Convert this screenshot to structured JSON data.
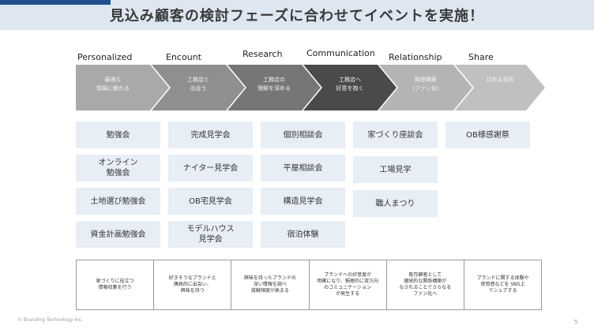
{
  "header": {
    "title": "見込み顧客の検討フェーズに合わせてイベントを実施！"
  },
  "phases": [
    {
      "label": "Personalized",
      "arrow_text": "最適な\n情報に触れる",
      "color": "#a9a9a9"
    },
    {
      "label": "Encount",
      "arrow_text": "工務店と\n出会う",
      "color": "#8f8f8f"
    },
    {
      "label": "Research",
      "arrow_text": "工務店の\n理解を深める",
      "color": "#767676"
    },
    {
      "label": "Communication",
      "arrow_text": "工務店へ\n好意を抱く",
      "color": "#4a4a4a"
    },
    {
      "label": "Relationship",
      "arrow_text": "関係構築\n（ファン化）",
      "color": "#b4b4b4"
    },
    {
      "label": "Share",
      "arrow_text": "共有＆契約",
      "color": "#c0c0c0"
    }
  ],
  "events": [
    [
      "勉強会",
      "オンライン\n勉強会",
      "土地選び勉強会",
      "資金計画勉強会"
    ],
    [
      "完成見学会",
      "ナイター見学会",
      "OB宅見学会",
      "モデルハウス\n見学会"
    ],
    [
      "個別相談会",
      "平屋相談会",
      "構造見学会",
      "宿泊体験"
    ],
    [
      "家づくり座談会",
      "工場見学",
      "職人まつり"
    ],
    [
      "OB様感謝祭"
    ]
  ],
  "descriptions": [
    "家づくりに役立つ\n情報収集を行う",
    "好きそうなブランドと\n偶発的に出会い、\n興味を持つ",
    "興味を持ったブランドの\n深い情報を調べ\n接触頻度が高まる",
    "ブランドへの好意度が\n明確になり、積極的に双方向\nのコミュニケーション\nが発生する",
    "既存顧客として\n継続的な関係構築が\nなされることでさらなる\nファン化へ",
    "ブランドに関する体験や\n使用感などを SNS上\nでシェアする"
  ],
  "footer": {
    "copyright": "© Branding Technology Inc.",
    "page": "5"
  }
}
